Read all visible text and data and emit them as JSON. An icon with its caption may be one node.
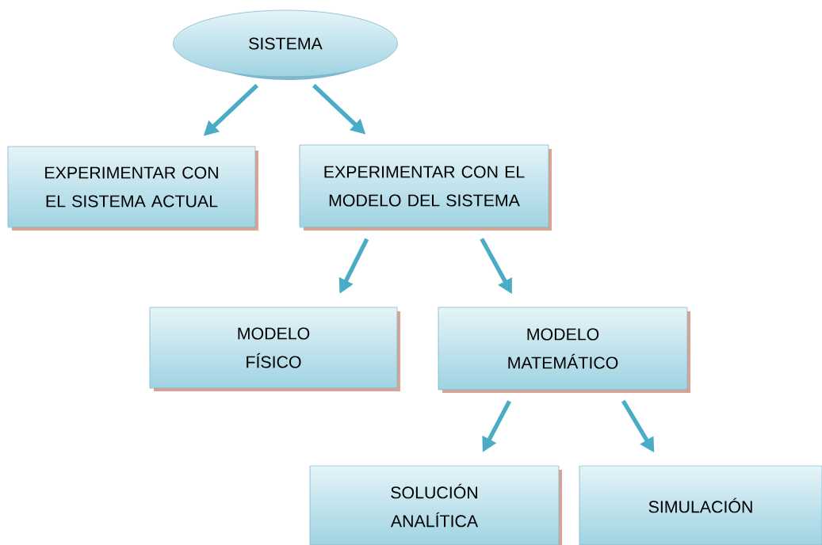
{
  "diagram": {
    "nodes": [
      {
        "text": [
          "SISTEMA"
        ]
      },
      {
        "text": [
          "EXPERIMENTAR CON EL SISTEMA ACTUAL"
        ]
      },
      {
        "text": [
          "EXPERIMENTAR CON EL MODELO DEL SISTEMA"
        ]
      },
      {
        "text": [
          "MODELO FÍSICO"
        ]
      },
      {
        "text": [
          "MODELO MATEMÁTICO"
        ]
      },
      {
        "text": [
          "SOLUCIÓN ANALÍTICA"
        ]
      },
      {
        "text": [
          "SIMULACIÓN"
        ]
      }
    ],
    "edges": [
      {
        "from": 0,
        "to": 1,
        "arrow": "to"
      },
      {
        "from": 0,
        "to": 2,
        "arrow": "to"
      },
      {
        "from": 2,
        "to": 3,
        "arrow": "to"
      },
      {
        "from": 2,
        "to": 4,
        "arrow": "to"
      },
      {
        "from": 4,
        "to": 5,
        "arrow": "to"
      },
      {
        "from": 4,
        "to": 6,
        "arrow": "to"
      }
    ]
  }
}
